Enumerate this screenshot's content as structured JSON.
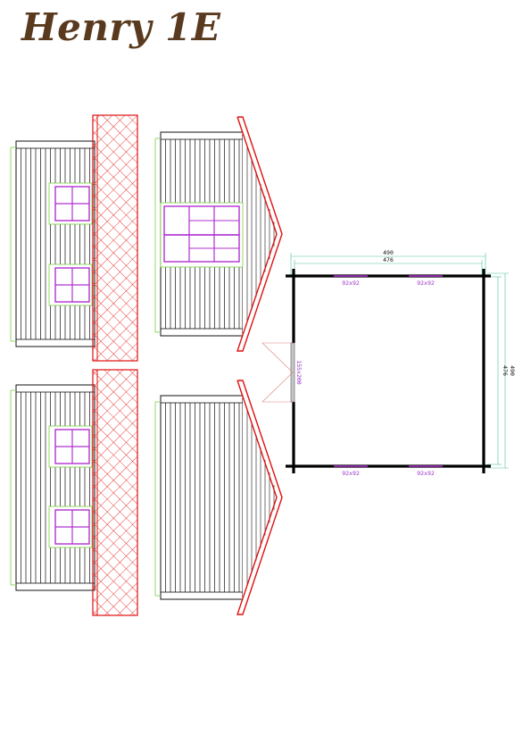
{
  "title": "Henry 1E",
  "plan": {
    "outer_width": "490",
    "inner_width": "476",
    "outer_depth": "490",
    "inner_depth": "476",
    "window_top_left": "92x92",
    "window_top_right": "92x92",
    "window_bottom_left": "92x92",
    "window_bottom_right": "92x92",
    "door": "155x200"
  },
  "colors": {
    "title": "#5a3a1e",
    "log": "#111111",
    "roof": "#e01010",
    "window": "#b030d0",
    "guide": "#7ad040",
    "dimension": "#50c0a0"
  }
}
